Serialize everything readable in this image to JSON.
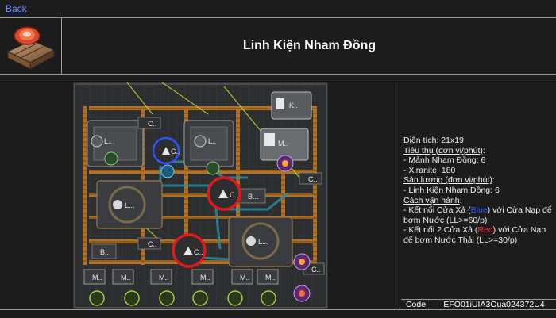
{
  "nav": {
    "back_label": "Back"
  },
  "header": {
    "title": "Linh Kiện Nham Đồng",
    "icon": "sealed-crate-icon"
  },
  "map": {
    "labels": {
      "k": "K..",
      "c": "C..",
      "l": "L..",
      "m": "M..",
      "b": "B..",
      "lr": "L...",
      "bb": "B..."
    }
  },
  "info": {
    "area_label": "Diện tích",
    "area_value": ": 21x19",
    "consumption_heading": "Tiêu thụ (đơn vị/phút)",
    "consumption_colon": ":",
    "consumption_items": [
      "- Mảnh Nham Đồng: 6",
      "- Xiranite: 180"
    ],
    "output_heading": "Sản lượng (đơn vị/phút)",
    "output_colon": ":",
    "output_items": [
      "- Linh Kiện Nham Đồng: 6"
    ],
    "operation_heading": "Cách vận hành",
    "operation_colon": ":",
    "op1_prefix": "- Kết nối Cửa Xả (",
    "op1_color_word": "Blue",
    "op1_suffix": ") với Cửa Nạp để bơm Nước (LL>=60/p)",
    "op2_prefix": "- Kết nối 2 Cửa Xả (",
    "op2_color_word": "Red",
    "op2_suffix": ") với Cửa Nạp để bơm Nước Thải (LL>=30/p)"
  },
  "code": {
    "label": "Code",
    "value": "EFO01iUIA3Oua024372U4"
  },
  "colors": {
    "background": "#1c1c1c",
    "border": "#9a9a9a",
    "link": "#6b8cff",
    "blue_port": "#2d54ff",
    "red_port": "#ff2a2a",
    "belt": "#d98a2a"
  }
}
